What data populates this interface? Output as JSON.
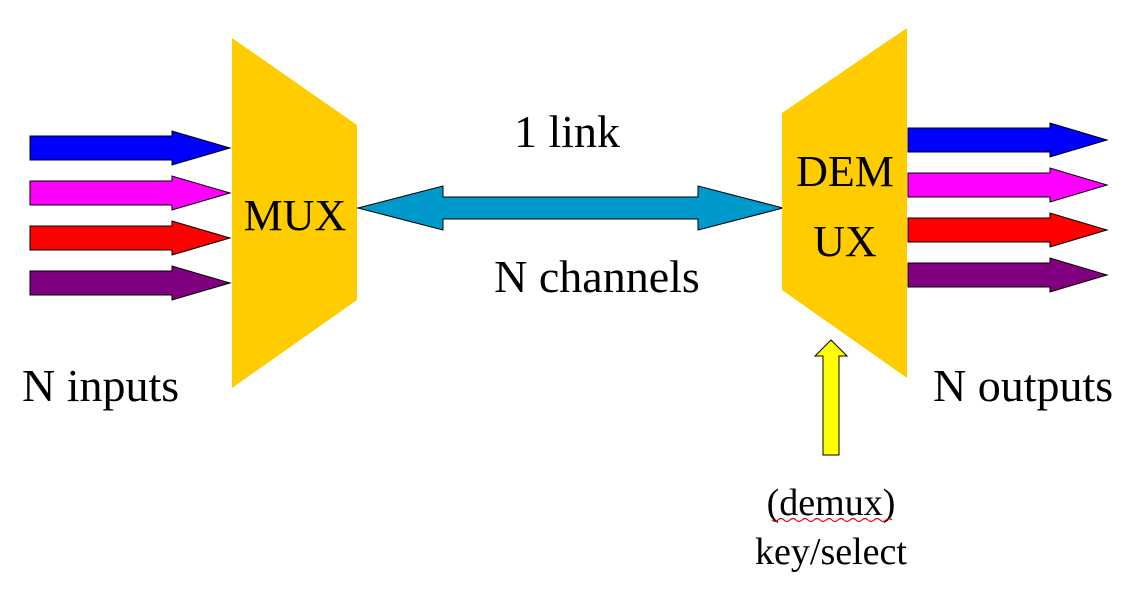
{
  "mux": {
    "label": "MUX",
    "color": "#FFCC00"
  },
  "demux": {
    "label_line1": "DEM",
    "label_line2": "UX",
    "color": "#FFCC00"
  },
  "link": {
    "top_label": "1 link",
    "bottom_label": "N channels",
    "color": "#0099CC"
  },
  "inputs": {
    "label": "N inputs",
    "arrow_colors": [
      "#0000FF",
      "#FF00FF",
      "#FF0000",
      "#800080"
    ]
  },
  "outputs": {
    "label": "N outputs",
    "arrow_colors": [
      "#0000FF",
      "#FF00FF",
      "#FF0000",
      "#800080"
    ]
  },
  "select": {
    "line1": "(demux)",
    "line2": "key/select",
    "arrow_color": "#FFFF00"
  }
}
